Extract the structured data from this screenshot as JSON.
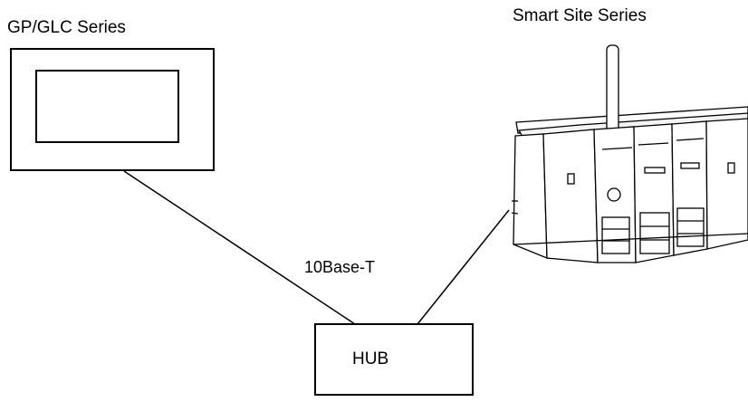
{
  "terminal": {
    "title": "GP/GLC Series"
  },
  "controller": {
    "title": "Smart Site Series"
  },
  "cable": {
    "label": "10Base-T"
  },
  "hub": {
    "label": "HUB"
  }
}
